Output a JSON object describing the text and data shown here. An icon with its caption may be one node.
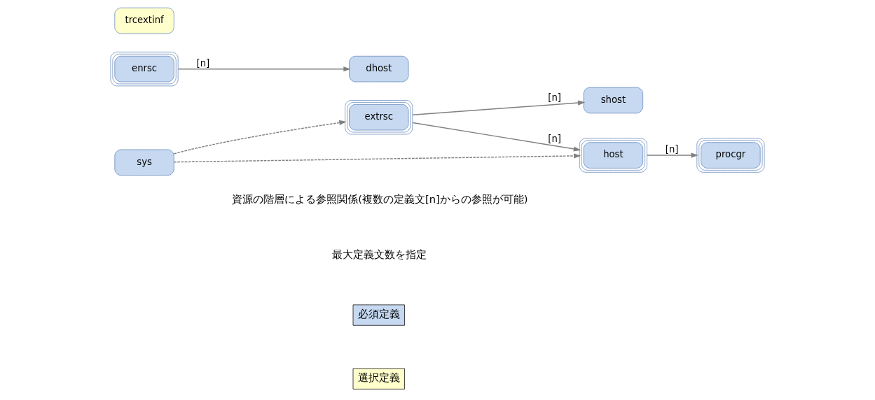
{
  "diagram": {
    "nodes": [
      {
        "text": [
          "sys"
        ]
      },
      {
        "text": [
          "procgr"
        ]
      },
      {
        "text": [
          "shost"
        ]
      },
      {
        "text": [
          "extrsc"
        ]
      },
      {
        "text": [
          "host"
        ]
      },
      {
        "text": [
          "dhost"
        ]
      },
      {
        "text": [
          "enrsc"
        ]
      },
      {
        "text": [
          "trcextinf"
        ]
      }
    ],
    "edges": [
      {
        "from": 0,
        "to": 3,
        "arrow": "to",
        "style": "dashed"
      },
      {
        "from": 0,
        "to": 4,
        "arrow": "to",
        "style": "dashed"
      },
      {
        "from": 3,
        "to": 2,
        "arrow": "to",
        "label": "[n]"
      },
      {
        "from": 3,
        "to": 4,
        "arrow": "to",
        "label": "[n]"
      },
      {
        "from": 4,
        "to": 1,
        "arrow": "to",
        "label": "[n]"
      },
      {
        "from": 6,
        "to": 5,
        "arrow": "to",
        "label": "[n]"
      }
    ],
    "legend": [
      {
        "text": "資源の階層による参照関係(複数の定義文[n]からの参照が可能)"
      },
      {
        "text": "最大定義文数を指定"
      },
      {
        "text": "必須定義",
        "color": "#c6d9f1"
      },
      {
        "text": "選択定義",
        "color": "#ffffcc"
      }
    ]
  }
}
